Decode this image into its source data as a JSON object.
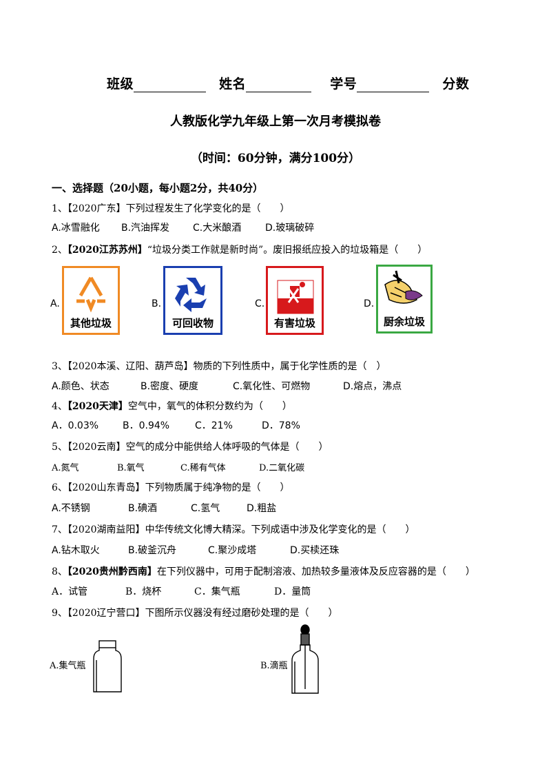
{
  "header": {
    "class_label": "班级",
    "name_label": "姓名",
    "id_label": "学号",
    "score_label": "分数"
  },
  "title": "人教版化学九年级上第一次月考模拟卷",
  "subtitle": "（时间：60分钟，满分100分）",
  "section1": "一、选择题（20小题，每小题2分，共40分）",
  "questions": [
    {
      "num": "1、",
      "source": "【2020广东】",
      "stem": "下列过程发生了化学变化的是（　　）",
      "options": [
        "A.冰雪融化",
        "B.汽油挥发",
        "C.大米酿酒",
        "D.玻璃破碎"
      ]
    },
    {
      "num": "2、",
      "source": "【2020江苏苏州】",
      "stem": "“垃圾分类工作就是新时尚”。废旧报纸应投入的垃圾箱是（　　）",
      "options": [
        "A.",
        "B.",
        "C.",
        "D."
      ],
      "bins": [
        "其他垃圾",
        "可回收物",
        "有害垃圾",
        "厨余垃圾"
      ]
    },
    {
      "num": "3、",
      "source": "【2020本溪、辽阳、葫芦岛】",
      "stem": "物质的下列性质中，属于化学性质的是（　）",
      "options": [
        "A.颜色、状态",
        "B.密度、硬度",
        "C.氧化性、可燃物",
        "D.熔点，沸点"
      ]
    },
    {
      "num": "4、",
      "source": "【2020天津】",
      "stem": "空气中，氧气的体积分数约为（　　）",
      "options": [
        "A．0.03%",
        "B．0.94%",
        "C．21%",
        "D．78%"
      ]
    },
    {
      "num": "5、",
      "source": "【2020云南】",
      "stem": "空气的成分中能供给人体呼吸的气体是（　　）",
      "options": [
        "A.氮气",
        "B.氧气",
        "C.稀有气体",
        "D.二氧化碳"
      ]
    },
    {
      "num": "6、",
      "source": "【2020山东青岛】",
      "stem": "下列物质属于纯净物的是（　　）",
      "options": [
        "A.不锈钢",
        "B.碘酒",
        "C.氢气",
        "D.粗盐"
      ]
    },
    {
      "num": "7、",
      "source": "【2020湖南益阳】",
      "stem": "中华传统文化博大精深。下列成语中涉及化学变化的是（　　）",
      "options": [
        "A.钻木取火",
        "B.破釜沉舟",
        "C.聚沙成塔",
        "D.买椟还珠"
      ]
    },
    {
      "num": "8、",
      "source": "【2020贵州黔西南】",
      "stem": "在下列仪器中，可用于配制溶液、加热较多量液体及反应容器的是（　　）",
      "options": [
        "A．试管",
        "B．烧杯",
        "C．集气瓶",
        "D．量筒"
      ]
    },
    {
      "num": "9、",
      "source": "【2020辽宁营口】",
      "stem": "下图所示仪器没有经过磨砂处理的是（　　）",
      "options": [
        "A.集气瓶",
        "B.滴瓶"
      ]
    }
  ],
  "colors": {
    "bin_other": "#f08a24",
    "bin_recycle": "#1a3fb0",
    "bin_hazard": "#d7191c",
    "bin_kitchen": "#3aa843"
  }
}
